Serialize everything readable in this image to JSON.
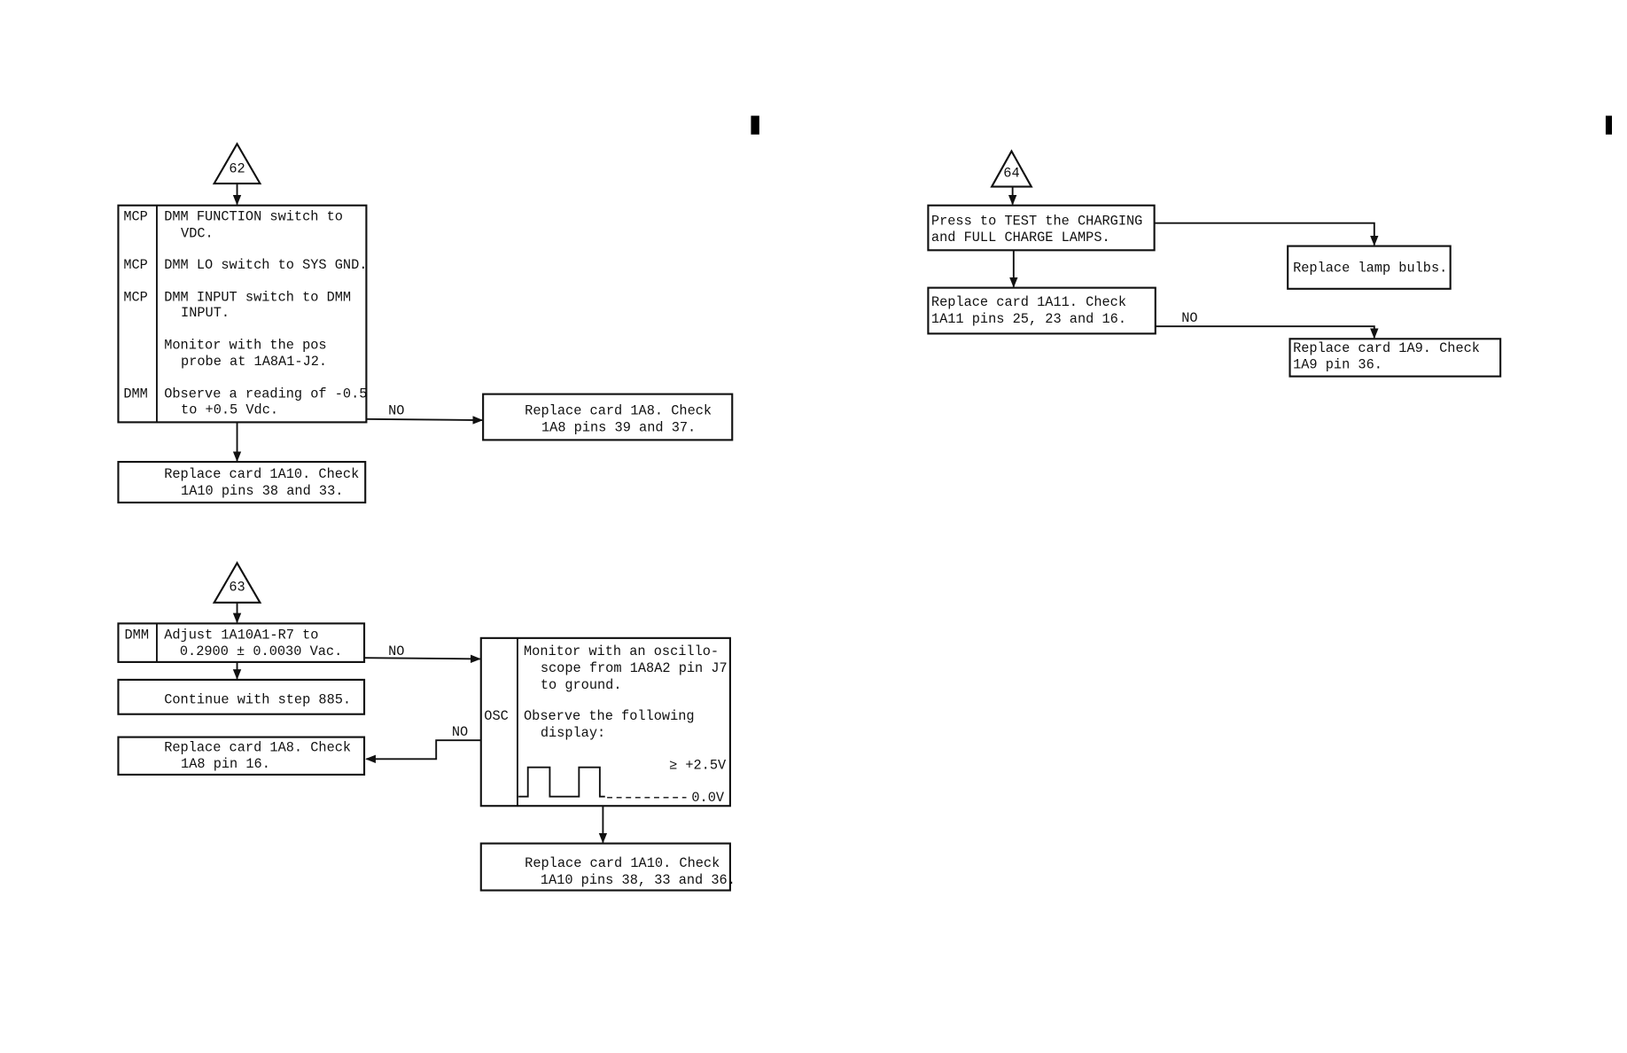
{
  "flow62": {
    "connector": "62",
    "steps": [
      {
        "tool": "MCP",
        "line1": "DMM FUNCTION switch to",
        "line2": "VDC."
      },
      {
        "tool": "MCP",
        "line1": "DMM LO switch to SYS GND."
      },
      {
        "tool": "MCP",
        "line1": "DMM INPUT switch to DMM",
        "line2": "INPUT."
      },
      {
        "line1": "Monitor with the pos",
        "line2": "probe at 1A8A1-J2."
      },
      {
        "tool": "DMM",
        "line1": "Observe a reading of -0.5",
        "line2": "to +0.5 Vdc."
      }
    ],
    "no_label": "NO",
    "no_box": {
      "line1": "Replace card 1A8.  Check",
      "line2": "1A8 pins 39 and 37."
    },
    "yes_box": {
      "line1": "Replace card 1A10.  Check",
      "line2": "1A10 pins 38 and 33."
    }
  },
  "flow63": {
    "connector": "63",
    "step": {
      "tool": "DMM",
      "line1": "Adjust 1A10A1-R7 to",
      "line2": "0.2900 ± 0.0030 Vac."
    },
    "yes_box": {
      "line1": "Continue with step 885."
    },
    "no_label": "NO",
    "osc_box": {
      "tool": "OSC",
      "line1": "Monitor with an oscillo-",
      "line2": "scope from 1A8A2 pin J7",
      "line3": "to ground.",
      "line4": "Observe the following",
      "line5": "display:",
      "high_label": "≥ +2.5V",
      "low_label": "0.0V"
    },
    "osc_no_label": "NO",
    "osc_no_box": {
      "line1": "Replace card 1A8.  Check",
      "line2": "1A8 pin 16."
    },
    "osc_yes_box": {
      "line1": "Replace card 1A10.  Check",
      "line2": "1A10 pins 38, 33 and 36."
    }
  },
  "flow64": {
    "connector": "64",
    "step": {
      "line1": "Press to TEST the CHARGING",
      "line2": "and FULL CHARGE LAMPS."
    },
    "lamp_box": {
      "line1": "Replace lamp bulbs."
    },
    "card_box": {
      "line1": "Replace card 1A11.  Check",
      "line2": "1A11 pins 25, 23 and 16."
    },
    "no_label": "NO",
    "no_box": {
      "line1": "Replace card 1A9.  Check",
      "line2": "1A9 pin 36."
    }
  }
}
